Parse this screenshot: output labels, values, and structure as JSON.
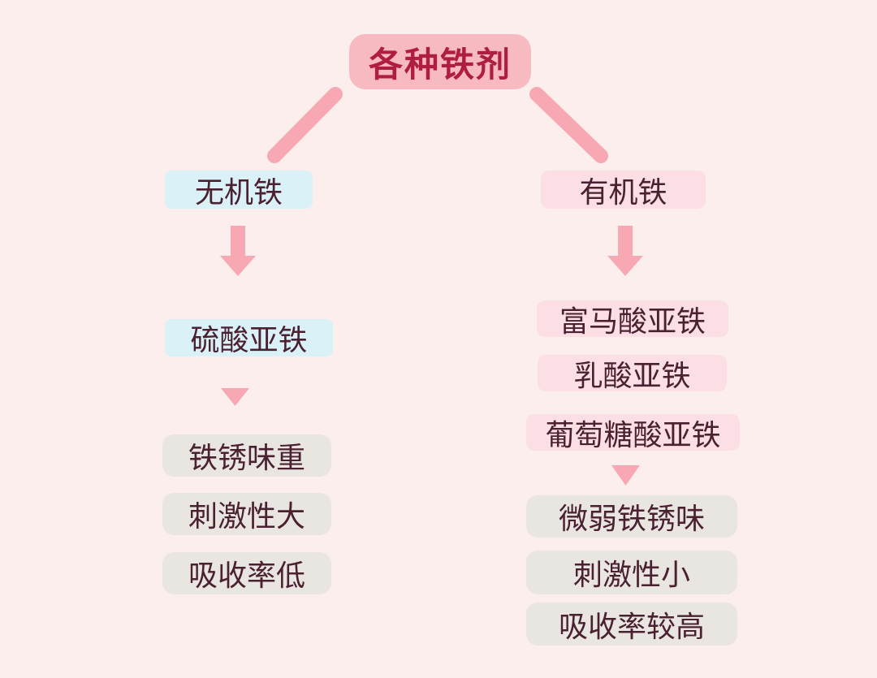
{
  "diagram": {
    "title": "各种铁剂",
    "branches": [
      {
        "label": "无机铁",
        "types": [
          "硫酸亚铁"
        ],
        "traits": [
          "铁锈味重",
          "刺激性大",
          "吸收率低"
        ]
      },
      {
        "label": "有机铁",
        "types": [
          "富马酸亚铁",
          "乳酸亚铁",
          "葡萄糖酸亚铁"
        ],
        "traits": [
          "微弱铁锈味",
          "刺激性小",
          "吸收率较高"
        ]
      }
    ]
  },
  "colors": {
    "background": "#fdeeee",
    "title_box": "#f7bac1",
    "title_text": "#b01d42",
    "inorganic_box": "#daf1f8",
    "organic_box": "#fbdfe4",
    "trait_box": "#e9e6e2",
    "body_text": "#4a2130",
    "arrow": "#f8a8b2"
  }
}
